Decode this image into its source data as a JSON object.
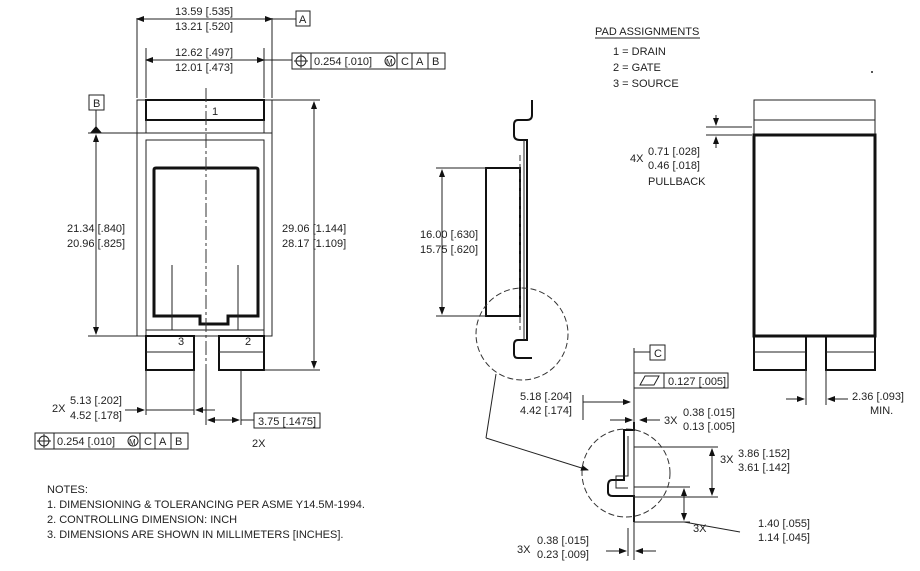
{
  "pad_assignments": {
    "title": "PAD ASSIGNMENTS",
    "items": [
      "1 = DRAIN",
      "2 = GATE",
      "3 = SOURCE"
    ]
  },
  "datums": {
    "a": "A",
    "b": "B",
    "c": "C"
  },
  "pin_labels": {
    "p1": "1",
    "p2": "2",
    "p3": "3"
  },
  "dims": {
    "overall_width_mm": "13.59 [.535]",
    "overall_width_in": "13.21 [.520]",
    "body_width_mm": "12.62 [.497]",
    "body_width_in": "12.01 [.473]",
    "fcf_top": {
      "tol": "0.254 [.010]",
      "mod": "M",
      "d1": "C",
      "d2": "A",
      "d3": "B"
    },
    "body_height_mm": "21.34 [.840]",
    "body_height_in": "20.96 [.825]",
    "overall_height_mm": "29.06 [1.144]",
    "overall_height_in": "28.17 [1.109]",
    "lead_width_prefix": "2X",
    "lead_width_mm": "5.13 [.202]",
    "lead_width_in": "4.52 [.178]",
    "lead_pitch": "3.75 [.1475]",
    "lead_pitch_mult": "2X",
    "fcf_bottom": {
      "tol": "0.254 [.010]",
      "mod": "M",
      "d1": "C",
      "d2": "A",
      "d3": "B"
    },
    "side_height_mm": "16.00 [.630]",
    "side_height_in": "15.75 [.620]",
    "pullback_prefix": "4X",
    "pullback_mm": "0.71 [.028]",
    "pullback_in": "0.46 [.018]",
    "pullback_label": "PULLBACK",
    "end_width": "2.36 [.093]",
    "end_width_min": "MIN.",
    "flatness": "0.127 [.005]",
    "det_a_mm": "5.18 [.204]",
    "det_a_in": "4.42 [.174]",
    "det_b_prefix": "3X",
    "det_b_mm": "0.38 [.015]",
    "det_b_in": "0.13 [.005]",
    "det_c_prefix": "3X",
    "det_c_mm": "3.86 [.152]",
    "det_c_in": "3.61 [.142]",
    "det_d_prefix": "3X",
    "det_d_mm": "1.40 [.055]",
    "det_d_in": "1.14 [.045]",
    "det_e_prefix": "3X",
    "det_e_mm": "0.38 [.015]",
    "det_e_in": "0.23 [.009]"
  },
  "notes": {
    "title": "NOTES:",
    "items": [
      "1.  DIMENSIONING & TOLERANCING PER ASME Y14.5M-1994.",
      "2.  CONTROLLING DIMENSION: INCH",
      "3.  DIMENSIONS ARE SHOWN IN MILLIMETERS [INCHES]."
    ]
  }
}
